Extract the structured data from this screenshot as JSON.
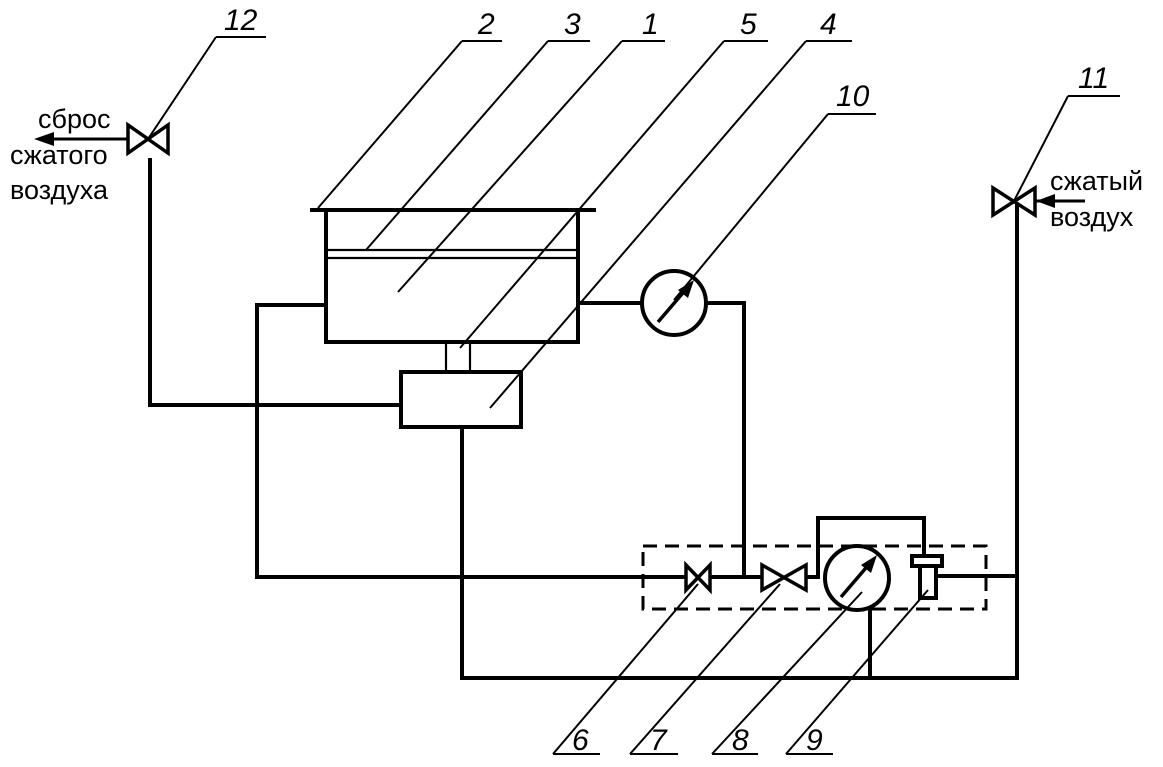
{
  "labels": {
    "n1": "1",
    "n2": "2",
    "n3": "3",
    "n4": "4",
    "n5": "5",
    "n6": "6",
    "n7": "7",
    "n8": "8",
    "n9": "9",
    "n10": "10",
    "n11": "11",
    "n12": "12"
  },
  "text": {
    "release_line1": "сброс",
    "release_line2": "сжатого",
    "release_line3": "воздуха",
    "supply_line1": "сжатый",
    "supply_line2": "воздух"
  },
  "icons": {
    "valve_12": "valve-icon",
    "valve_11": "valve-icon",
    "valve_6": "valve-icon",
    "valve_7": "valve-icon",
    "gauge_10": "pressure-gauge-icon",
    "gauge_8": "pressure-gauge-icon",
    "regulator_9": "regulator-icon"
  }
}
